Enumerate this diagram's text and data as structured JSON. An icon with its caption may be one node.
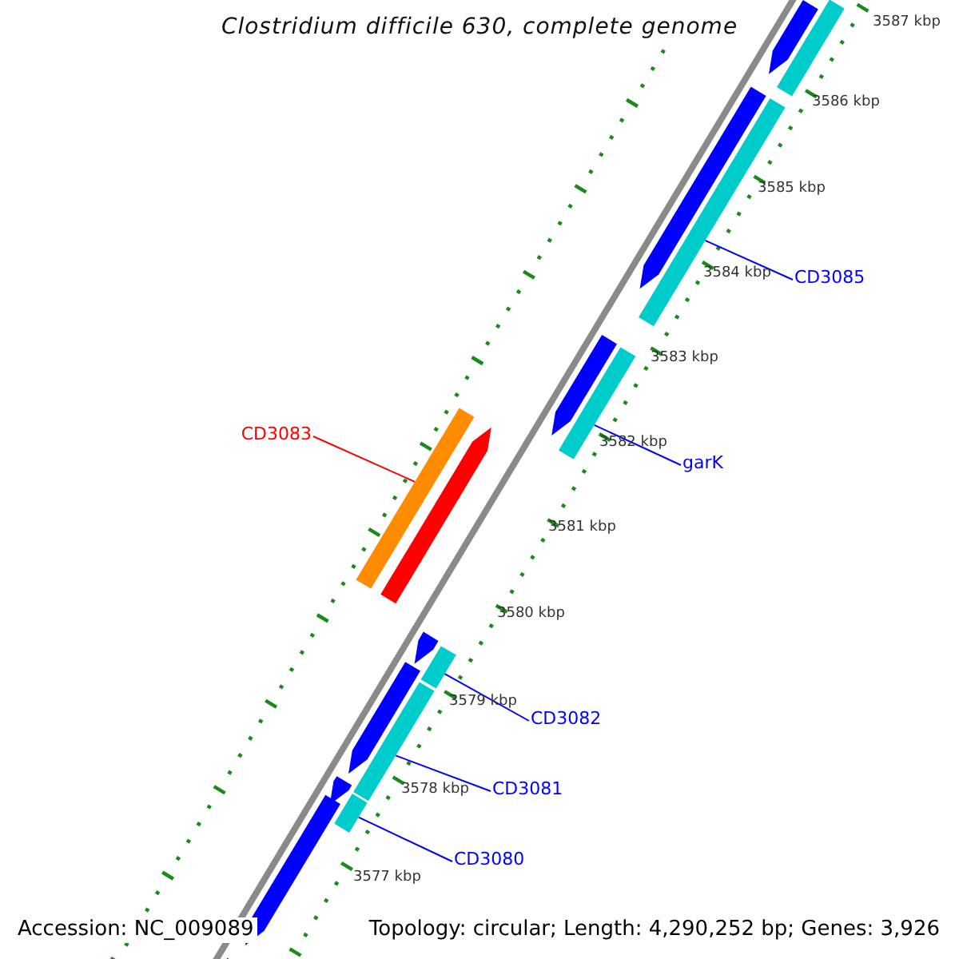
{
  "diagram": {
    "title": "Clostridium difficile 630, complete genome",
    "nodes": [
      {
        "text": [
          "CD3085"
        ]
      },
      {
        "text": [],
        "shape": "bar"
      },
      {
        "text": [
          "garK"
        ]
      },
      {
        "text": [],
        "shape": "bar"
      },
      {
        "text": [
          "CD3083"
        ]
      },
      {
        "text": [],
        "shape": "bar"
      },
      {
        "text": [
          "CD3082"
        ]
      },
      {
        "text": [],
        "shape": "bar"
      },
      {
        "text": [
          "CD3081"
        ]
      },
      {
        "text": [],
        "shape": "bar"
      },
      {
        "text": [
          "CD3080"
        ]
      },
      {
        "text": [],
        "shape": "bar"
      },
      {
        "text": [],
        "shape": "arrow"
      },
      {
        "text": [],
        "shape": "bar"
      },
      {
        "text": [],
        "shape": "arrow"
      },
      {
        "text": [],
        "shape": "arrow"
      },
      {
        "text": [],
        "shape": "arrow"
      },
      {
        "text": [],
        "shape": "arrow"
      },
      {
        "text": [],
        "shape": "arrow"
      },
      {
        "text": [],
        "shape": "arrow"
      },
      {
        "text": [],
        "shape": "arrow"
      },
      {
        "text": [],
        "shape": "arrow"
      }
    ],
    "edges": [
      {
        "from": 0,
        "to": 1,
        "arrow": "none"
      },
      {
        "from": 2,
        "to": 3,
        "arrow": "none"
      },
      {
        "from": 4,
        "to": 5,
        "arrow": "none",
        "color": "#ff0000"
      },
      {
        "from": 6,
        "to": 7,
        "arrow": "none"
      },
      {
        "from": 8,
        "to": 9,
        "arrow": "none"
      },
      {
        "from": 10,
        "to": 11,
        "arrow": "none"
      }
    ],
    "labels": [
      "3587 kbp",
      "3586 kbp",
      "3585 kbp",
      "3584 kbp",
      "3583 kbp",
      "3582 kbp",
      "3581 kbp",
      "3580 kbp",
      "3579 kbp",
      "3578 kbp",
      "3577 kbp",
      "Accession: NC_009089",
      "Topology: circular; Length: 4,290,252 bp; Genes: 3,926"
    ]
  }
}
